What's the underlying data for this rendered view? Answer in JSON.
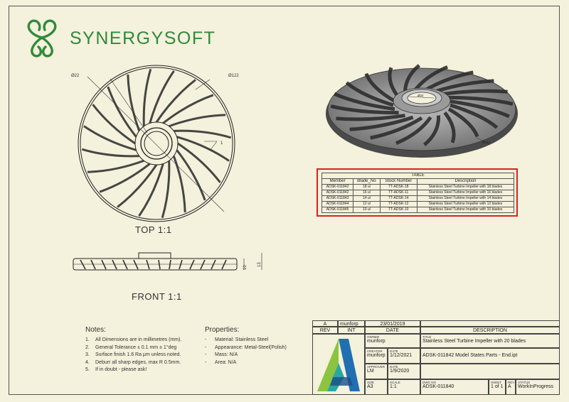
{
  "brand": {
    "name": "SYNERGYSOFT",
    "color": "#2f8a3a"
  },
  "views": {
    "top_label": "TOP 1:1",
    "front_label": "FRONT 1:1",
    "top_dims": {
      "inner": "Ø22",
      "outer": "Ø122",
      "balloon": "1"
    },
    "front_dims": {
      "height": "10",
      "total": "13"
    },
    "iso_dims": {
      "bore": "Ø22",
      "outer": "Ø122"
    }
  },
  "bom": {
    "title": "TABLE",
    "headers": [
      "Member",
      "Blade_No",
      "Stock Number",
      "Description"
    ],
    "rows": [
      [
        "ADSK-011842",
        "18 ul",
        "TT-ADSK-18",
        "Stainless Steel Turbine Impeller with 18 blades"
      ],
      [
        "ADSK-011842",
        "16 ul",
        "TT-ADSK-11",
        "Stainless Steel Turbine Impeller with 16 blades"
      ],
      [
        "ADSK-011843",
        "14 ul",
        "TT-ADSK-14",
        "Stainless Steel Turbine Impeller with 14 blades"
      ],
      [
        "ADSK-011844",
        "12 ul",
        "TT-ADSK-12",
        "Stainless Steel Turbine Impeller with 12 blades"
      ],
      [
        "ADSK-011845",
        "10 ul",
        "TT-ADSK-10",
        "Stainless Steel Turbine Impeller with 10 blades"
      ]
    ],
    "highlight_color": "#d9231f"
  },
  "notes": {
    "title": "Notes:",
    "items": [
      {
        "n": "1.",
        "text": "All Dimensions are in millimetres (mm)."
      },
      {
        "n": "2.",
        "text": "General Tolerance ± 0.1 mm ± 1°deg"
      },
      {
        "n": "3.",
        "text": "Surface finish 1.6 Ra μm unless noted."
      },
      {
        "n": "4.",
        "text": "Deburr all sharp edges, max R 0.5mm."
      },
      {
        "n": "5.",
        "text": "If in doubt - please ask!"
      }
    ]
  },
  "properties": {
    "title": "Properties:",
    "items": [
      {
        "n": "-",
        "text": "Material: Stainless Steel"
      },
      {
        "n": "-",
        "text": "Appearance: Metal-Steel(Polish)"
      },
      {
        "n": "-",
        "text": "Mass: N/A"
      },
      {
        "n": "-",
        "text": "Area: N/A"
      }
    ]
  },
  "title_block": {
    "rev_row": {
      "rev": "A",
      "int": "munforp",
      "date": "23/01/2019"
    },
    "rev_headers": {
      "rev": "REV",
      "int": "INT",
      "date": "DATE",
      "description": "DESCRIPTION"
    },
    "owner_label": "OWNER",
    "owner": "munforp",
    "title_label": "TITLE",
    "title": "Stainless Steel Turbine Impeller with 20 blades",
    "creator_label": "CREATOR",
    "creator": "munforp",
    "date_label": "DATE",
    "create_date": "1/12/2021",
    "file": "ADSK-011842 Model States Parts - End.ipt",
    "approver_label": "APPROVER",
    "approver": "LM",
    "approve_date_label": "DATE",
    "approve_date": "1/9/2020",
    "size_label": "SIZE",
    "size": "A3",
    "scale_label": "SCALE",
    "scale": "1:1",
    "dwg_label": "DWG NO",
    "dwg": "ADSK-011840",
    "sheet_label": "SHEET",
    "sheet": "1 of 1",
    "rev_label": "REV",
    "rev": "A",
    "status_label": "STATUS",
    "status": "WorkInProgress"
  }
}
